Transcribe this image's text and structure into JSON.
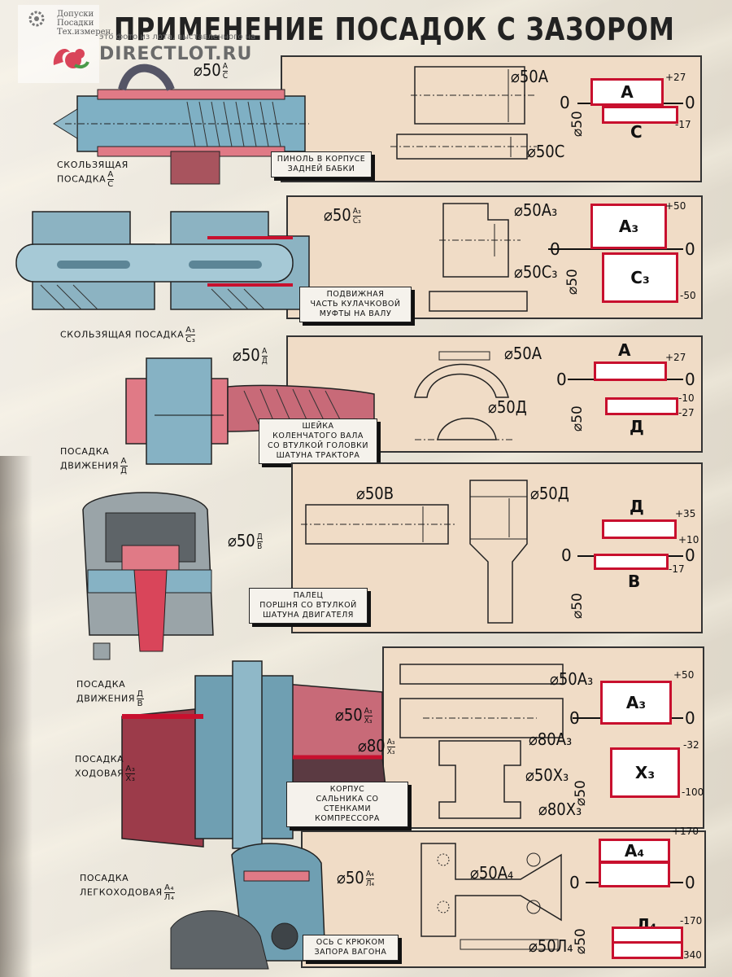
{
  "title": "ПРИМЕНЕНИЕ ПОСАДОК С ЗАЗОРОМ",
  "watermark": {
    "line": "это фото из лота, выставленного на",
    "site": "DIRECTLOT.RU",
    "logo_text": [
      "Допуски",
      "Посадки",
      "Тех.измерен."
    ]
  },
  "sections": [
    {
      "fit_name_lines": [
        "СКОЛЬЗЯЩАЯ",
        "ПОСАДКА"
      ],
      "fit_frac": {
        "top": "А",
        "bottom": "С"
      },
      "assembly_dim": {
        "prefix": "⌀50",
        "top": "А",
        "bottom": "С"
      },
      "caption": [
        "ПИНОЛЬ В КОРПУСЕ",
        "ЗАДНЕЙ БАБКИ"
      ],
      "hole_dim": "⌀50А",
      "shaft_dim": "⌀50С",
      "vertical_dim": "⌀50",
      "upper": {
        "label": "А",
        "value": "+27"
      },
      "lower": {
        "label": "С",
        "value": "-17"
      },
      "zero": "0"
    },
    {
      "fit_name_lines": [
        "СКОЛЬЗЯЩАЯ ПОСАДКА"
      ],
      "fit_frac": {
        "top": "А₃",
        "bottom": "С₃"
      },
      "assembly_dim": {
        "prefix": "⌀50",
        "top": "А₃",
        "bottom": "С₃"
      },
      "caption": [
        "ПОДВИЖНАЯ",
        "ЧАСТЬ КУЛАЧКОВОЙ",
        "МУФТЫ НА ВАЛУ"
      ],
      "hole_dim": "⌀50А₃",
      "shaft_dim": "⌀50С₃",
      "vertical_dim": "⌀50",
      "upper": {
        "label": "А₃",
        "value": "+50"
      },
      "lower": {
        "label": "С₃",
        "value": "-50"
      },
      "zero": "0"
    },
    {
      "fit_name_lines": [
        "ПОСАДКА",
        "ДВИЖЕНИЯ"
      ],
      "fit_frac": {
        "top": "А",
        "bottom": "Д"
      },
      "assembly_dim": {
        "prefix": "⌀50",
        "top": "А",
        "bottom": "Д"
      },
      "caption": [
        "ШЕЙКА",
        "КОЛЕНЧАТОГО ВАЛА",
        "СО ВТУЛКОЙ ГОЛОВКИ",
        "ШАТУНА ТРАКТОРА"
      ],
      "hole_dim": "⌀50А",
      "shaft_dim": "⌀50Д",
      "vertical_dim": "⌀50",
      "upper": {
        "label": "А",
        "value": "+27"
      },
      "lower": {
        "label": "Д",
        "value_top": "-10",
        "value": "-27"
      },
      "zero": "0"
    },
    {
      "fit_name_lines": [
        "ПОСАДКА",
        "ДВИЖЕНИЯ"
      ],
      "fit_frac": {
        "top": "Д",
        "bottom": "В"
      },
      "assembly_dim": {
        "prefix": "⌀50",
        "top": "Д",
        "bottom": "В"
      },
      "caption": [
        "ПАЛЕЦ",
        "ПОРШНЯ СО ВТУЛКОЙ",
        "ШАТУНА ДВИГАТЕЛЯ"
      ],
      "hole_dim": "⌀50В",
      "shaft_dim": "⌀50Д",
      "vertical_dim": "⌀50",
      "upper": {
        "label": "Д",
        "value": "+35",
        "value_bottom": "+10"
      },
      "lower": {
        "label": "В",
        "value": "-17"
      },
      "zero": "0"
    },
    {
      "fit_name_lines": [
        "ПОСАДКА",
        "ХОДОВАЯ"
      ],
      "fit_frac": {
        "top": "А₃",
        "bottom": "Х₃"
      },
      "assembly_dim": {
        "prefix": "⌀50",
        "top": "А₃",
        "bottom": "Х₃"
      },
      "assembly_dim2": {
        "prefix": "⌀80",
        "top": "А₃",
        "bottom": "Х₃"
      },
      "caption": [
        "КОРПУС",
        "САЛЬНИКА СО СТЕНКАМИ",
        "КОМПРЕССОРА"
      ],
      "hole_dim": "⌀50А₃",
      "hole_dim2": "⌀80А₃",
      "shaft_dim": "⌀50Х₃",
      "shaft_dim2": "⌀80Х₃",
      "vertical_dim": "⌀50",
      "upper": {
        "label": "А₃",
        "value": "+50"
      },
      "lower": {
        "label": "Х₃",
        "value_top": "-32",
        "value": "-100"
      },
      "zero": "0"
    },
    {
      "fit_name_lines": [
        "ПОСАДКА",
        "ЛЕГКОХОДОВАЯ"
      ],
      "fit_frac": {
        "top": "А₄",
        "bottom": "Л₄"
      },
      "assembly_dim": {
        "prefix": "⌀50",
        "top": "А₄",
        "bottom": "Л₄"
      },
      "caption": [
        "ОСЬ С КРЮКОМ",
        "ЗАПОРА ВАГОНА"
      ],
      "hole_dim": "⌀50А₄",
      "shaft_dim": "⌀50Л₄",
      "vertical_dim": "⌀50",
      "upper": {
        "label": "А₄",
        "value": "+170"
      },
      "lower": {
        "label": "Л₄",
        "value_top": "-170",
        "value": "340"
      },
      "zero": "0"
    }
  ],
  "colors": {
    "tolerance_border": "#c8102e",
    "panel": "#f0dcc6",
    "steel": "#6fa3b8",
    "red_part": "#d9455a"
  },
  "icons": [
    "squirrel-logo-icon",
    "gear-logo-icon"
  ]
}
